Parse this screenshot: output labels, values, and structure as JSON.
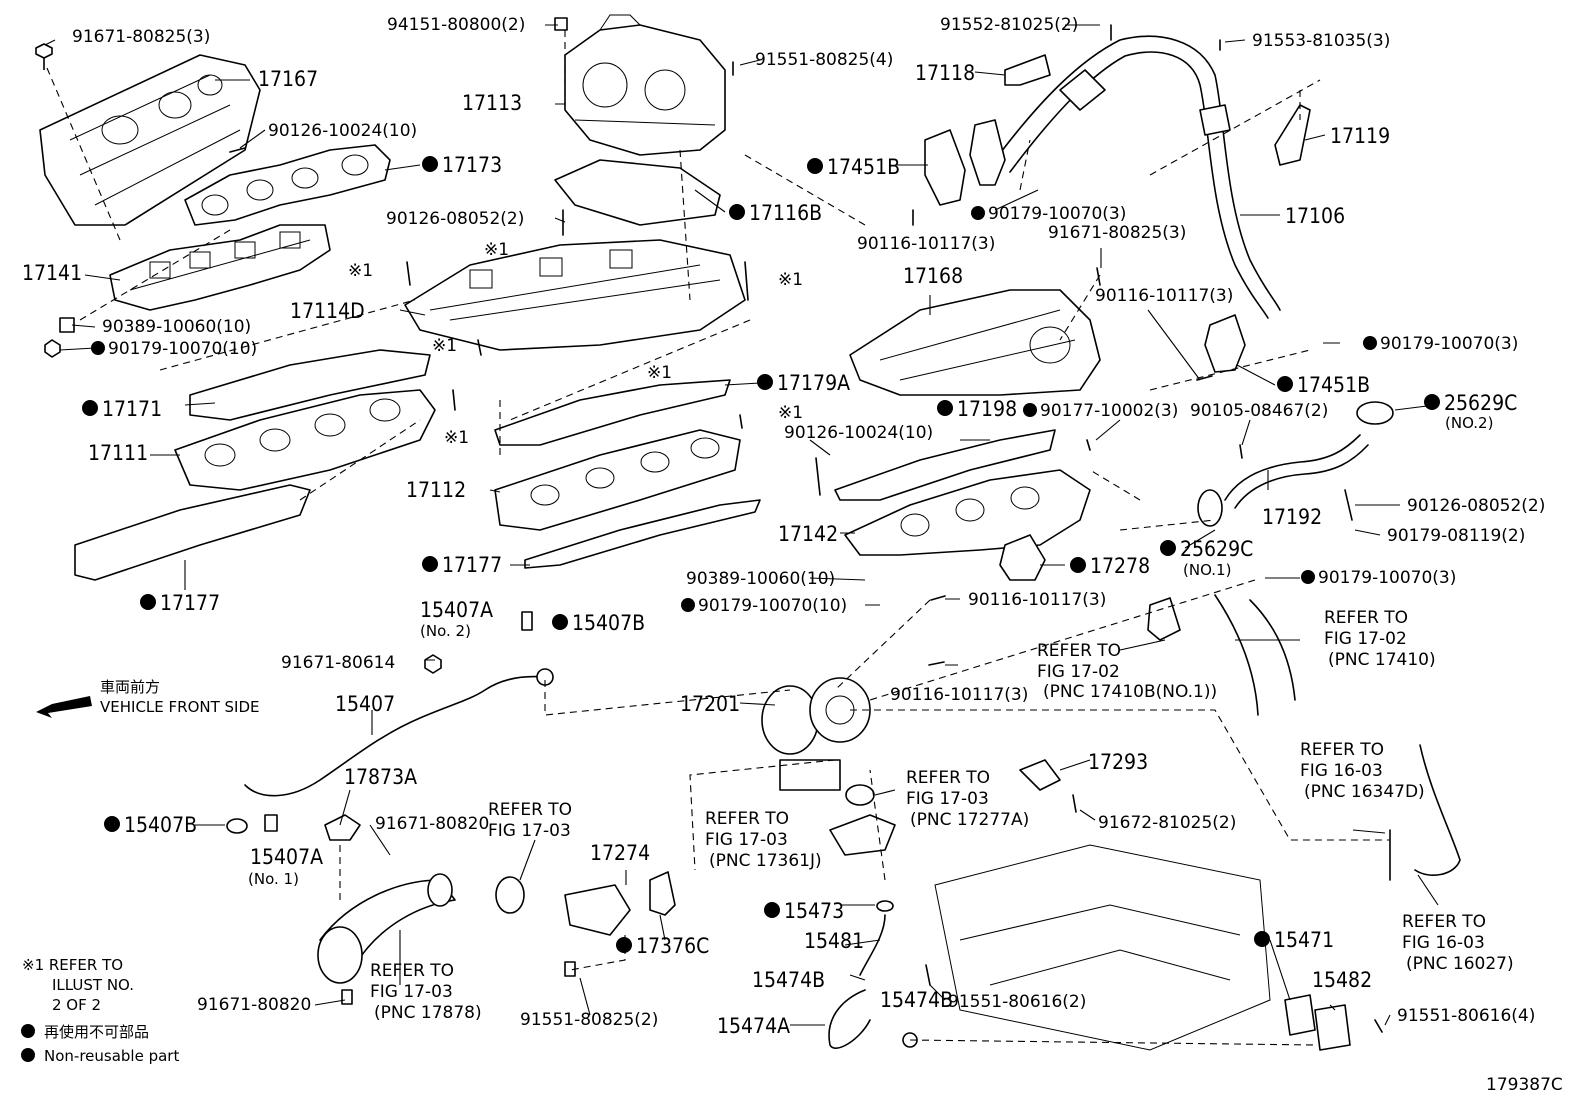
{
  "diagram_id": "179387C",
  "front_side": {
    "jp": "車両前方",
    "en": "VEHICLE FRONT SIDE"
  },
  "legend": {
    "ref_mark": "※1 REFER TO",
    "ref_line2": "ILLUST NO.",
    "ref_line3": "2 OF 2",
    "nonreuse_jp": "再使用不可部品",
    "nonreuse_en": "Non-reusable part"
  },
  "labels": [
    {
      "id": "l01",
      "text": "91671-80825(3)",
      "cls": "pn"
    },
    {
      "id": "l02",
      "text": "17167",
      "cls": "pnb"
    },
    {
      "id": "l03",
      "text": "90126-10024(10)",
      "cls": "pn"
    },
    {
      "id": "l04",
      "text": "17173",
      "cls": "pnb",
      "np": true
    },
    {
      "id": "l05",
      "text": "17141",
      "cls": "pnb"
    },
    {
      "id": "l06",
      "text": "90389-10060(10)",
      "cls": "pn"
    },
    {
      "id": "l07",
      "text": "90179-10070(10)",
      "cls": "pn",
      "np": true
    },
    {
      "id": "l08",
      "text": "94151-80800(2)",
      "cls": "pn"
    },
    {
      "id": "l09",
      "text": "91551-80825(4)",
      "cls": "pn"
    },
    {
      "id": "l10",
      "text": "17113",
      "cls": "pnb"
    },
    {
      "id": "l11",
      "text": "17116B",
      "cls": "pnb",
      "np": true
    },
    {
      "id": "l12",
      "text": "90126-08052(2)",
      "cls": "pn"
    },
    {
      "id": "l13",
      "text": "※1",
      "cls": "pn"
    },
    {
      "id": "l14",
      "text": "※1",
      "cls": "pn"
    },
    {
      "id": "l15",
      "text": "※1",
      "cls": "pn"
    },
    {
      "id": "l16",
      "text": "17114D",
      "cls": "pnb"
    },
    {
      "id": "l17",
      "text": "※1",
      "cls": "pn"
    },
    {
      "id": "l18",
      "text": "17171",
      "cls": "pnb",
      "np": true
    },
    {
      "id": "l19",
      "text": "17111",
      "cls": "pnb"
    },
    {
      "id": "l20",
      "text": "※1",
      "cls": "pn"
    },
    {
      "id": "l21",
      "text": "※1",
      "cls": "pn"
    },
    {
      "id": "l22",
      "text": "17179A",
      "cls": "pnb",
      "np": true
    },
    {
      "id": "l23",
      "text": "※1",
      "cls": "pn"
    },
    {
      "id": "l24",
      "text": "17112",
      "cls": "pnb"
    },
    {
      "id": "l25",
      "text": "17177",
      "cls": "pnb",
      "np": true
    },
    {
      "id": "l26",
      "text": "17177",
      "cls": "pnb",
      "np": true
    },
    {
      "id": "l27",
      "text": "91552-81025(2)",
      "cls": "pn"
    },
    {
      "id": "l28",
      "text": "91553-81035(3)",
      "cls": "pn"
    },
    {
      "id": "l29",
      "text": "17118",
      "cls": "pnb"
    },
    {
      "id": "l30",
      "text": "17119",
      "cls": "pnb"
    },
    {
      "id": "l31",
      "text": "17451B",
      "cls": "pnb",
      "np": true
    },
    {
      "id": "l32",
      "text": "90179-10070(3)",
      "cls": "pn",
      "np": true
    },
    {
      "id": "l33",
      "text": "17106",
      "cls": "pnb"
    },
    {
      "id": "l34",
      "text": "90116-10117(3)",
      "cls": "pn"
    },
    {
      "id": "l35",
      "text": "91671-80825(3)",
      "cls": "pn"
    },
    {
      "id": "l36",
      "text": "17168",
      "cls": "pnb"
    },
    {
      "id": "l37",
      "text": "90116-10117(3)",
      "cls": "pn"
    },
    {
      "id": "l38",
      "text": "90179-10070(3)",
      "cls": "pn",
      "np": true
    },
    {
      "id": "l39",
      "text": "17451B",
      "cls": "pnb",
      "np": true
    },
    {
      "id": "l40",
      "text": "17198",
      "cls": "pnb",
      "np": true
    },
    {
      "id": "l41",
      "text": "90177-10002(3)",
      "cls": "pn",
      "np": true
    },
    {
      "id": "l42",
      "text": "90105-08467(2)",
      "cls": "pn"
    },
    {
      "id": "l43",
      "text": "25629C",
      "cls": "pnb",
      "np": true
    },
    {
      "id": "l44",
      "text": "(NO.2)",
      "cls": "sub"
    },
    {
      "id": "l45",
      "text": "90126-10024(10)",
      "cls": "pn"
    },
    {
      "id": "l46",
      "text": "17192",
      "cls": "pnb"
    },
    {
      "id": "l47",
      "text": "90126-08052(2)",
      "cls": "pn"
    },
    {
      "id": "l48",
      "text": "90179-08119(2)",
      "cls": "pn"
    },
    {
      "id": "l49",
      "text": "17142",
      "cls": "pnb"
    },
    {
      "id": "l50",
      "text": "25629C",
      "cls": "pnb",
      "np": true
    },
    {
      "id": "l51",
      "text": "(NO.1)",
      "cls": "sub"
    },
    {
      "id": "l52",
      "text": "17278",
      "cls": "pnb",
      "np": true
    },
    {
      "id": "l53",
      "text": "90389-10060(10)",
      "cls": "pn"
    },
    {
      "id": "l54",
      "text": "90179-10070(10)",
      "cls": "pn",
      "np": true
    },
    {
      "id": "l55",
      "text": "90116-10117(3)",
      "cls": "pn"
    },
    {
      "id": "l56",
      "text": "90179-10070(3)",
      "cls": "pn",
      "np": true
    },
    {
      "id": "l57",
      "text": "15407A",
      "cls": "pnb"
    },
    {
      "id": "l58",
      "text": "(No. 2)",
      "cls": "sub"
    },
    {
      "id": "l59",
      "text": "15407B",
      "cls": "pnb",
      "np": true
    },
    {
      "id": "l60",
      "text": "91671-80614",
      "cls": "pn"
    },
    {
      "id": "l61",
      "text": "REFER TO",
      "cls": "pn"
    },
    {
      "id": "l62",
      "text": "FIG 17-02",
      "cls": "pn"
    },
    {
      "id": "l63",
      "text": "(PNC 17410B(NO.1))",
      "cls": "pn"
    },
    {
      "id": "l64",
      "text": "REFER TO",
      "cls": "pn"
    },
    {
      "id": "l65",
      "text": "FIG 17-02",
      "cls": "pn"
    },
    {
      "id": "l66",
      "text": "(PNC 17410)",
      "cls": "pn"
    },
    {
      "id": "l67",
      "text": "90116-10117(3)",
      "cls": "pn"
    },
    {
      "id": "l68",
      "text": "15407",
      "cls": "pnb"
    },
    {
      "id": "l69",
      "text": "17201",
      "cls": "pnb"
    },
    {
      "id": "l70",
      "text": "17873A",
      "cls": "pnb"
    },
    {
      "id": "l71",
      "text": "REFER TO",
      "cls": "pn"
    },
    {
      "id": "l72",
      "text": "FIG 17-03",
      "cls": "pn"
    },
    {
      "id": "l73",
      "text": "(PNC 17277A)",
      "cls": "pn"
    },
    {
      "id": "l74",
      "text": "17293",
      "cls": "pnb"
    },
    {
      "id": "l75",
      "text": "REFER TO",
      "cls": "pn"
    },
    {
      "id": "l76",
      "text": "FIG 16-03",
      "cls": "pn"
    },
    {
      "id": "l77",
      "text": "(PNC 16347D)",
      "cls": "pn"
    },
    {
      "id": "l78",
      "text": "15407B",
      "cls": "pnb",
      "np": true
    },
    {
      "id": "l79",
      "text": "91671-80820",
      "cls": "pn"
    },
    {
      "id": "l80",
      "text": "REFER TO",
      "cls": "pn"
    },
    {
      "id": "l81",
      "text": "FIG 17-03",
      "cls": "pn"
    },
    {
      "id": "l82",
      "text": "REFER TO",
      "cls": "pn"
    },
    {
      "id": "l83",
      "text": "FIG 17-03",
      "cls": "pn"
    },
    {
      "id": "l84",
      "text": "(PNC 17361J)",
      "cls": "pn"
    },
    {
      "id": "l85",
      "text": "91672-81025(2)",
      "cls": "pn"
    },
    {
      "id": "l86",
      "text": "15407A",
      "cls": "pnb"
    },
    {
      "id": "l87",
      "text": "(No. 1)",
      "cls": "sub"
    },
    {
      "id": "l88",
      "text": "17274",
      "cls": "pnb"
    },
    {
      "id": "l89",
      "text": "15473",
      "cls": "pnb",
      "np": true
    },
    {
      "id": "l90",
      "text": "15481",
      "cls": "pnb"
    },
    {
      "id": "l91",
      "text": "15471",
      "cls": "pnb",
      "np": true
    },
    {
      "id": "l92",
      "text": "REFER TO",
      "cls": "pn"
    },
    {
      "id": "l93",
      "text": "FIG 16-03",
      "cls": "pn"
    },
    {
      "id": "l94",
      "text": "(PNC 16027)",
      "cls": "pn"
    },
    {
      "id": "l95",
      "text": "17376C",
      "cls": "pnb",
      "np": true
    },
    {
      "id": "l96",
      "text": "REFER TO",
      "cls": "pn"
    },
    {
      "id": "l97",
      "text": "FIG 17-03",
      "cls": "pn"
    },
    {
      "id": "l98",
      "text": "(PNC 17878)",
      "cls": "pn"
    },
    {
      "id": "l99",
      "text": "15474B",
      "cls": "pnb"
    },
    {
      "id": "l100",
      "text": "15474B",
      "cls": "pnb"
    },
    {
      "id": "l101",
      "text": "91551-80616(2)",
      "cls": "pn"
    },
    {
      "id": "l102",
      "text": "15482",
      "cls": "pnb"
    },
    {
      "id": "l103",
      "text": "91551-80616(4)",
      "cls": "pn"
    },
    {
      "id": "l104",
      "text": "91671-80820",
      "cls": "pn"
    },
    {
      "id": "l105",
      "text": "91551-80825(2)",
      "cls": "pn"
    },
    {
      "id": "l106",
      "text": "15474A",
      "cls": "pnb"
    }
  ]
}
